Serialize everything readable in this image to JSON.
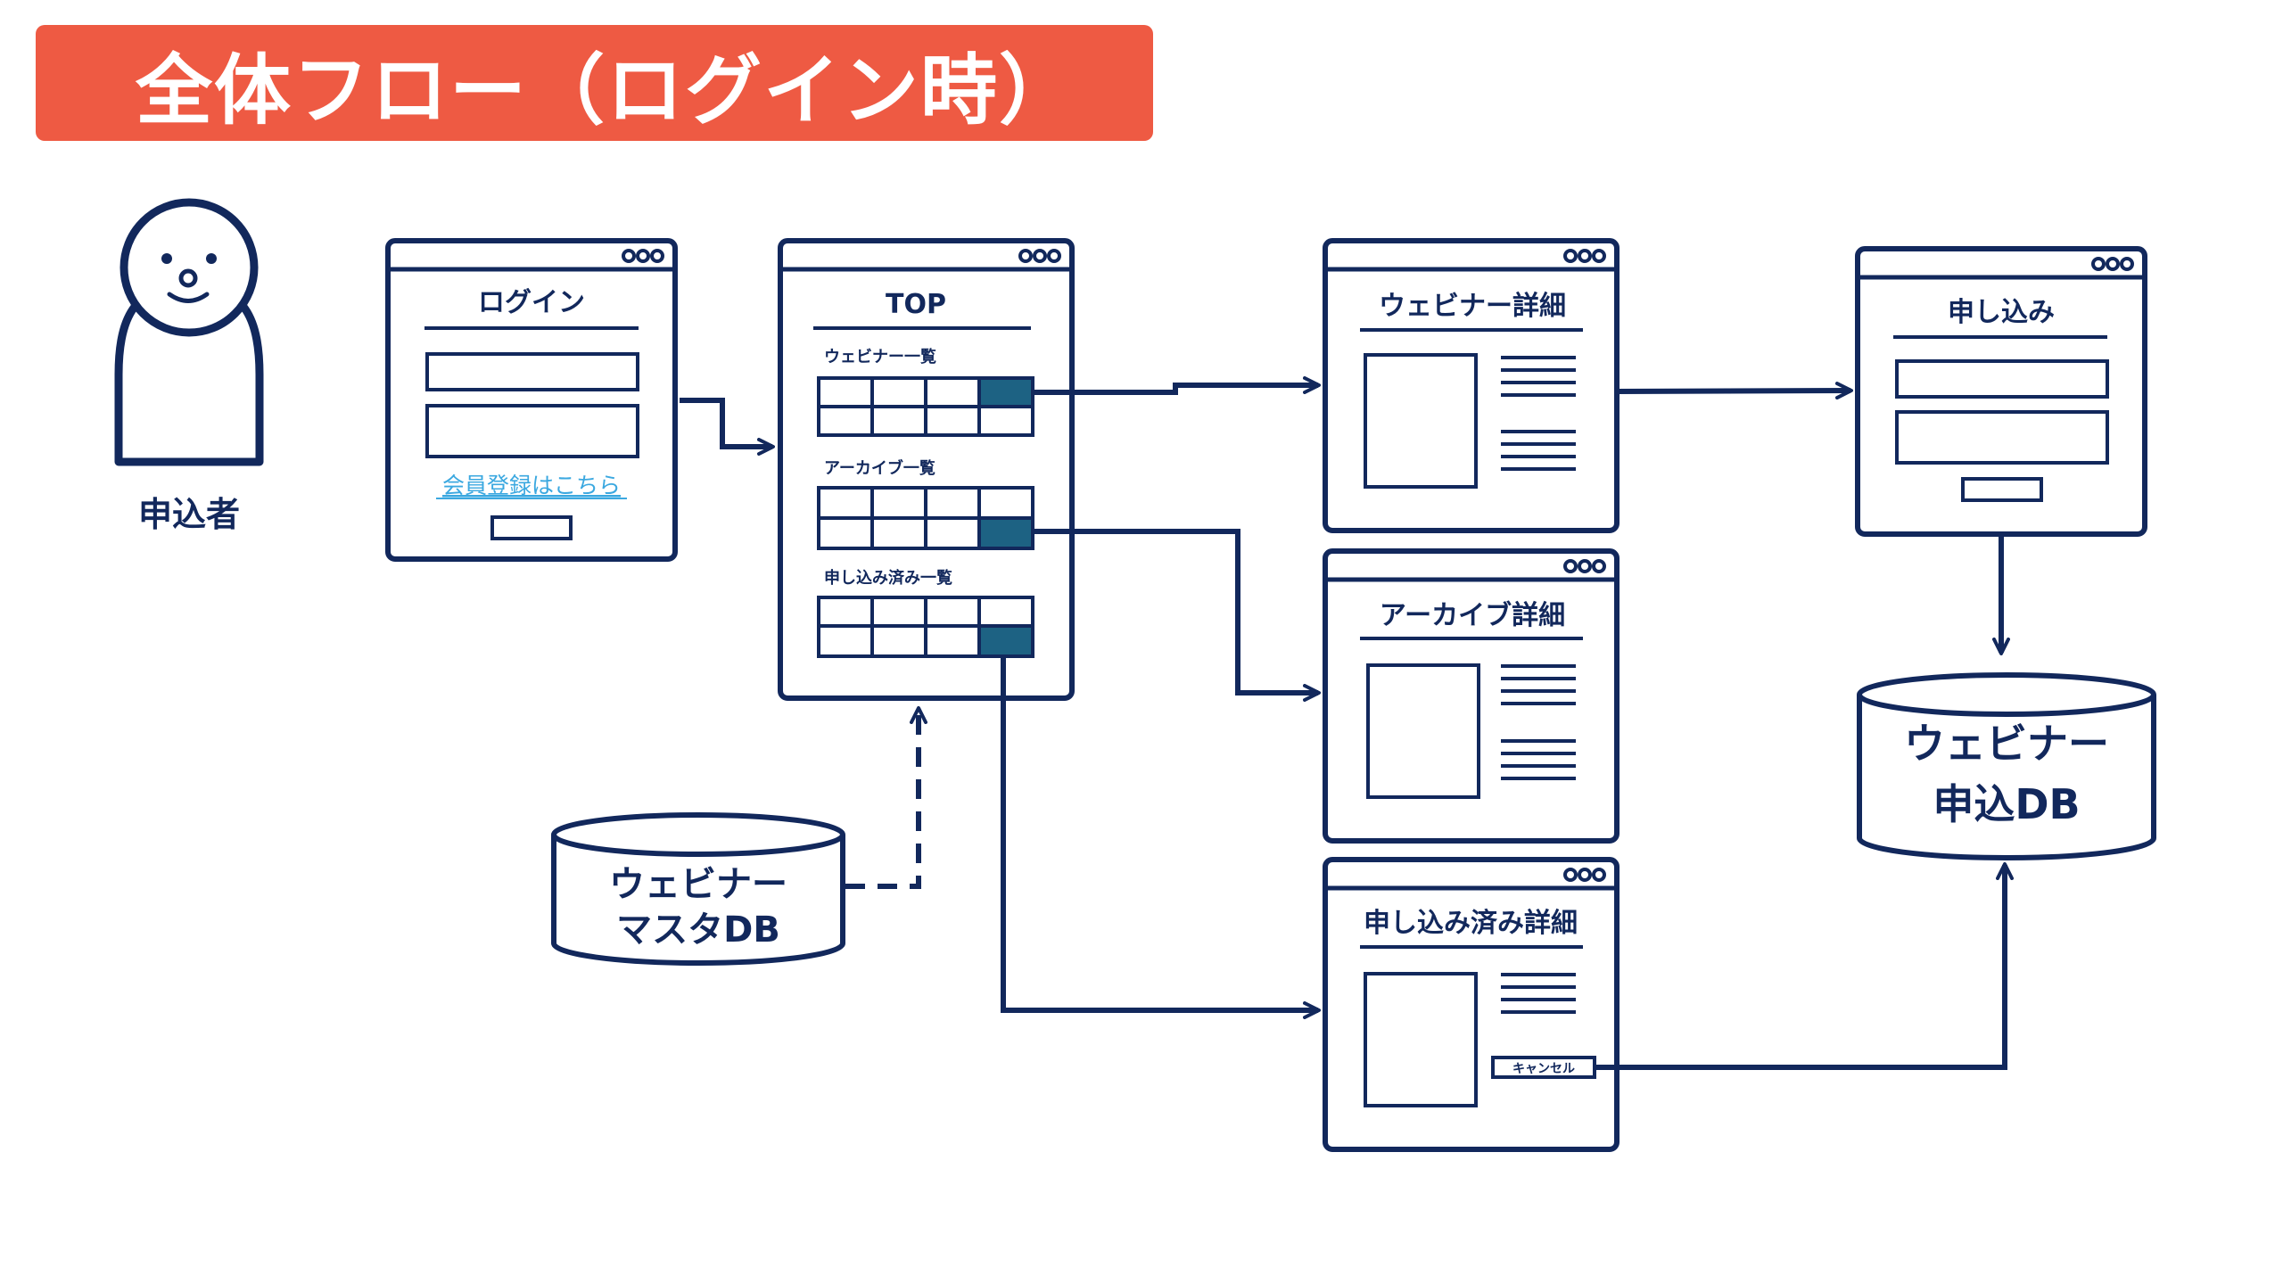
{
  "colors": {
    "banner": "#EE5A43",
    "navy": "#12285C",
    "accent": "#1D6283",
    "link": "#3BA8E0",
    "background": "#FFFFFF"
  },
  "title": "全体フロー（ログイン時）",
  "actor": {
    "label": "申込者",
    "icon": "person-icon"
  },
  "screens": {
    "login": {
      "title": "ログイン",
      "link_text": "会員登録はこちら"
    },
    "top": {
      "title": "TOP",
      "section_webinar": "ウェビナー一覧",
      "section_archive": "アーカイブ一覧",
      "section_applied": "申し込み済み一覧"
    },
    "webinar_detail": {
      "title": "ウェビナー詳細"
    },
    "archive_detail": {
      "title": "アーカイブ詳細"
    },
    "applied_detail": {
      "title": "申し込み済み詳細",
      "cancel_button": "キャンセル"
    },
    "apply": {
      "title": "申し込み"
    }
  },
  "databases": {
    "master": {
      "line1": "ウェビナー",
      "line2": "マスタDB"
    },
    "application": {
      "line1": "ウェビナー",
      "line2": "申込DB"
    }
  }
}
